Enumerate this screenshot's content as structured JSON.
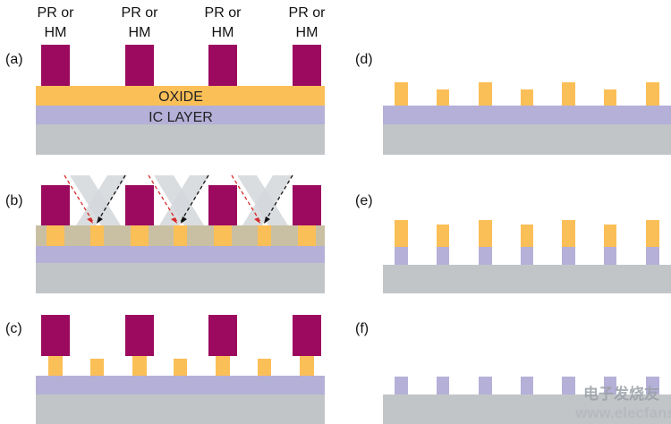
{
  "figure": {
    "mask_label_line1": "PR or",
    "mask_label_line2": "HM",
    "mask_label_repeat": 4,
    "colors": {
      "mask": "#9c0a60",
      "oxide": "#fbbf57",
      "ic_layer": "#b5b0d8",
      "substrate": "#c2c5c8",
      "oxide_exposed": "#c9bfa2",
      "beam": "#d4d7da",
      "ray_red": "#d62b2b",
      "ray_black": "#111111"
    },
    "panels": {
      "a": {
        "label": "(a)",
        "oxide_label": "OXIDE",
        "ic_label": "IC LAYER"
      },
      "b": {
        "label": "(b)"
      },
      "c": {
        "label": "(c)"
      },
      "d": {
        "label": "(d)"
      },
      "e": {
        "label": "(e)"
      },
      "f": {
        "label": "(f)"
      }
    },
    "watermark": {
      "text_cn": "电子发烧友",
      "url": "www.elecfans.com"
    }
  }
}
